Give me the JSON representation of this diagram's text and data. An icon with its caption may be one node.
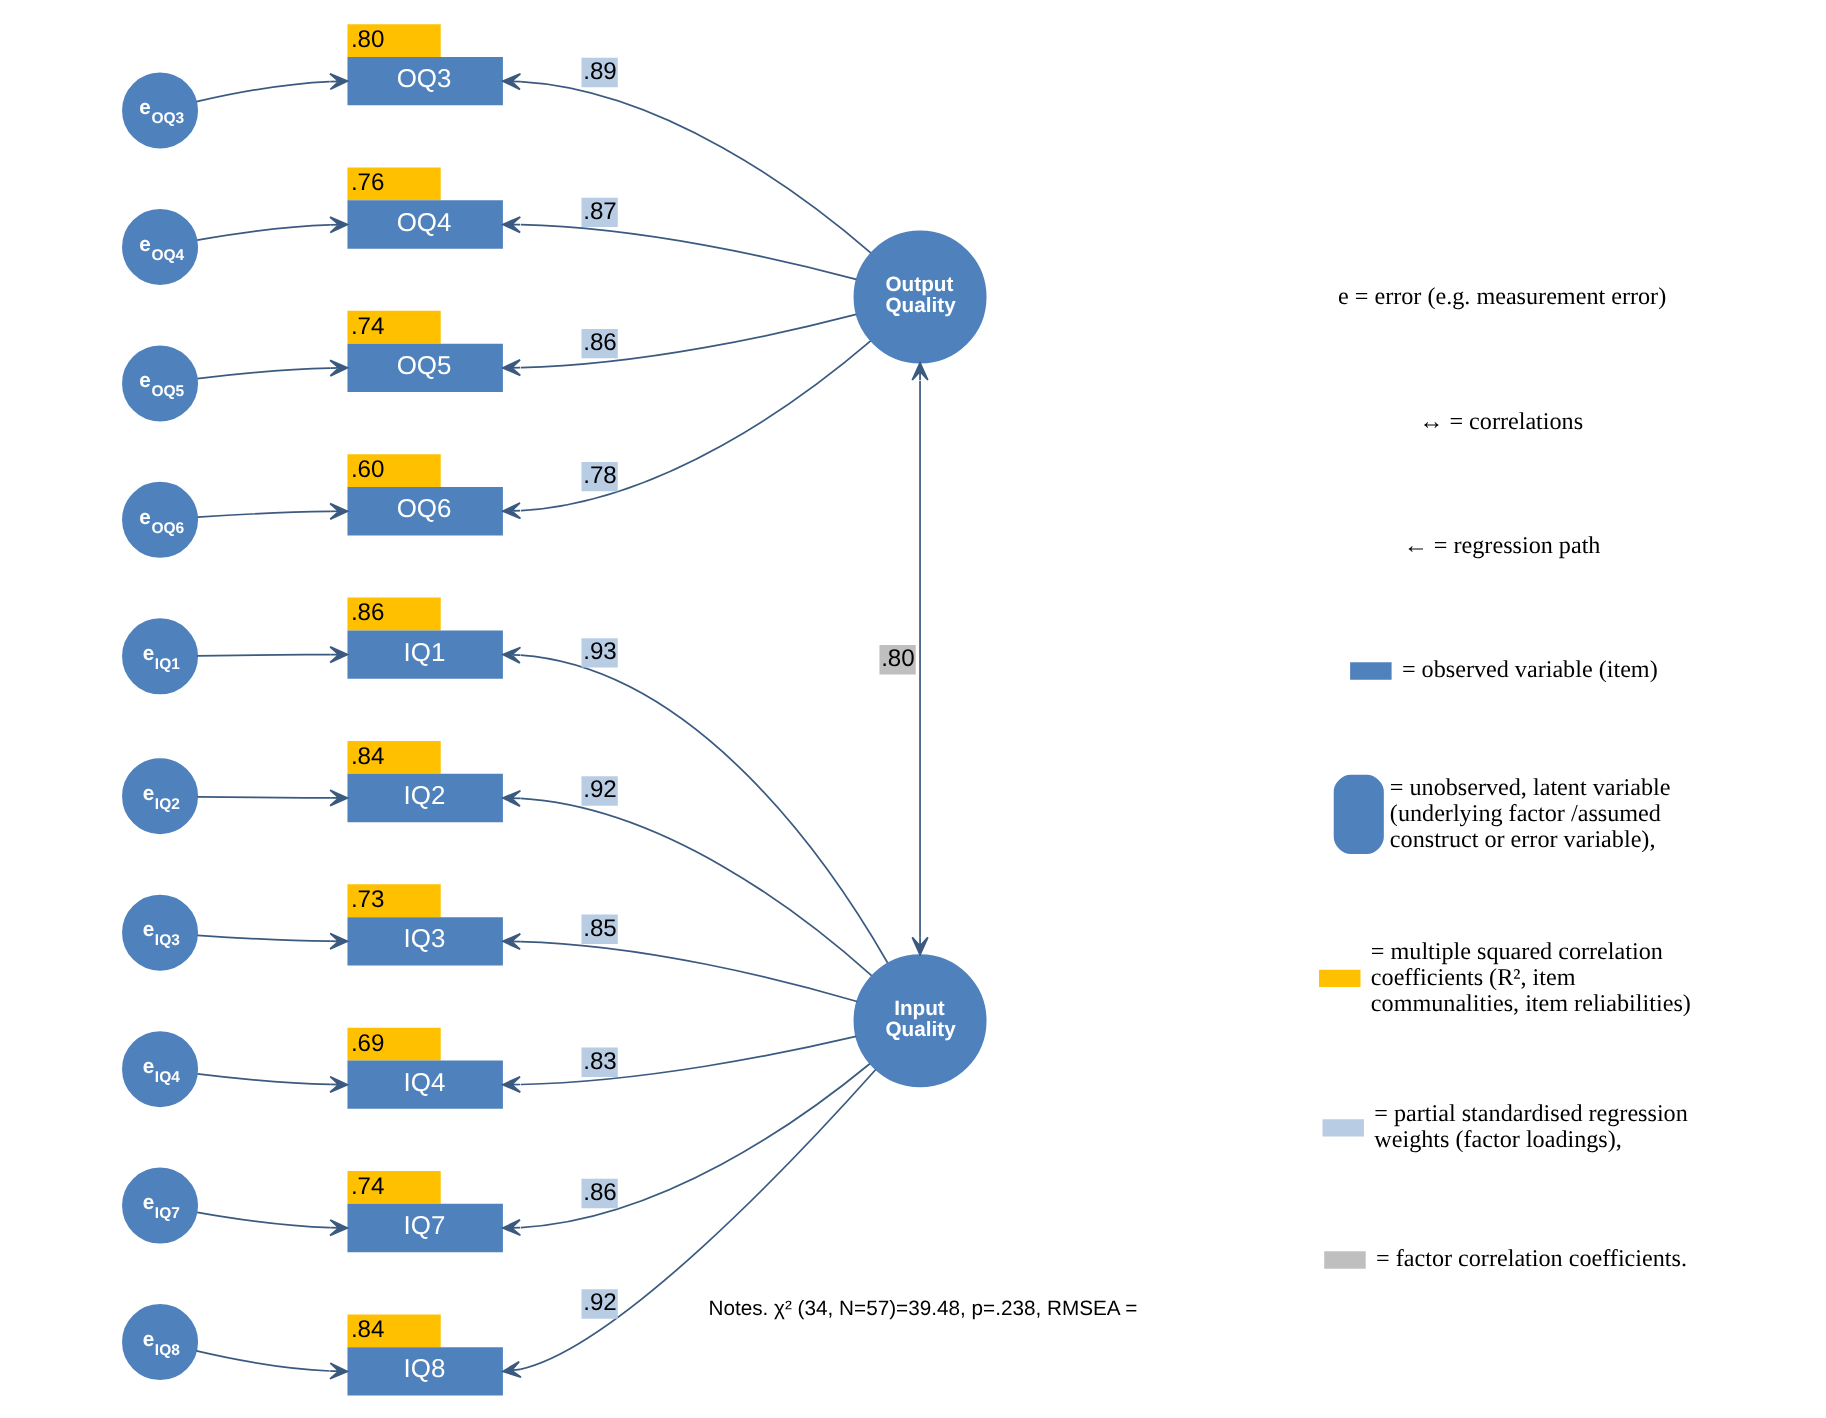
{
  "diagram": {
    "nodes": [
      {
        "text": [
          "e$_{OQ3}$"
        ]
      },
      {
        "text": [
          "OQ3"
        ],
        "beside": [
          ".80"
        ]
      },
      {
        "text": [
          "e$_{OQ4}$"
        ]
      },
      {
        "text": [
          "OQ4"
        ],
        "beside": [
          ".76"
        ]
      },
      {
        "text": [
          "e$_{OQ5}$"
        ]
      },
      {
        "text": [
          "OQ5"
        ],
        "beside": [
          ".74"
        ]
      },
      {
        "text": [
          "e$_{OQ6}$"
        ]
      },
      {
        "text": [
          "OQ6"
        ],
        "beside": [
          ".60"
        ]
      },
      {
        "text": [
          "e$_{IQ1}$"
        ]
      },
      {
        "text": [
          "IQ1"
        ],
        "beside": [
          ".86"
        ]
      },
      {
        "text": [
          "e$_{IQ2}$"
        ]
      },
      {
        "text": [
          "IQ2"
        ],
        "beside": [
          ".84"
        ]
      },
      {
        "text": [
          "e$_{IQ3}$"
        ]
      },
      {
        "text": [
          "IQ3"
        ],
        "beside": [
          ".73"
        ]
      },
      {
        "text": [
          "e$_{IQ4}$"
        ]
      },
      {
        "text": [
          "IQ4"
        ],
        "beside": [
          ".69"
        ]
      },
      {
        "text": [
          "e$_{IQ7}$"
        ]
      },
      {
        "text": [
          "IQ7"
        ],
        "beside": [
          ".74"
        ]
      },
      {
        "text": [
          "e$_{IQ8}$"
        ]
      },
      {
        "text": [
          "IQ8"
        ],
        "beside": [
          ".84"
        ]
      },
      {
        "text": [
          "Output Quality"
        ]
      },
      {
        "text": [
          "Input Quality"
        ]
      }
    ],
    "edges": [
      {
        "from": 0,
        "to": 1,
        "arrow": "to"
      },
      {
        "from": 2,
        "to": 3,
        "arrow": "to"
      },
      {
        "from": 4,
        "to": 5,
        "arrow": "to"
      },
      {
        "from": 6,
        "to": 7,
        "arrow": "to"
      },
      {
        "from": 8,
        "to": 9,
        "arrow": "to"
      },
      {
        "from": 10,
        "to": 11,
        "arrow": "to"
      },
      {
        "from": 12,
        "to": 13,
        "arrow": "to"
      },
      {
        "from": 14,
        "to": 15,
        "arrow": "to"
      },
      {
        "from": 16,
        "to": 17,
        "arrow": "to"
      },
      {
        "from": 18,
        "to": 19,
        "arrow": "to"
      },
      {
        "from": 20,
        "to": 1,
        "arrow": "to",
        "label": ".89"
      },
      {
        "from": 20,
        "to": 3,
        "arrow": "to",
        "label": ".87"
      },
      {
        "from": 20,
        "to": 5,
        "arrow": "to",
        "label": ".86"
      },
      {
        "from": 20,
        "to": 7,
        "arrow": "to",
        "label": ".78"
      },
      {
        "from": 21,
        "to": 9,
        "arrow": "to",
        "label": ".93"
      },
      {
        "from": 21,
        "to": 11,
        "arrow": "to",
        "label": ".92"
      },
      {
        "from": 21,
        "to": 13,
        "arrow": "to",
        "label": ".85"
      },
      {
        "from": 21,
        "to": 15,
        "arrow": "to",
        "label": ".83"
      },
      {
        "from": 21,
        "to": 17,
        "arrow": "to",
        "label": ".86"
      },
      {
        "from": 21,
        "to": 19,
        "arrow": "to",
        "label": ".92"
      },
      {
        "from": 20,
        "to": 21,
        "arrow": "both",
        "label": ".80"
      }
    ],
    "labels": [
      "Notes. χ² (34, N=57)=39.48, p=.238, RMSEA ="
    ],
    "legend": [
      {
        "text": "e = error (e.g. measurement error)"
      },
      {
        "text": "↔ = correlations"
      },
      {
        "text": "← = regression path"
      },
      {
        "text": "= observed variable (item)",
        "color": "#4f81bd"
      },
      {
        "text": "= unobserved, latent variable (underlying factor /assumed construct or error variable),"
      },
      {
        "text": "= multiple squared correlation coefficients (R², item communalities, item reliabilities)",
        "color": "#ffc000"
      },
      {
        "text": "= partial standardised regression weights (factor loadings),",
        "color": "#b8cce4"
      },
      {
        "text": "= factor correlation coefficients.",
        "color": "#bfbfbf"
      }
    ]
  }
}
